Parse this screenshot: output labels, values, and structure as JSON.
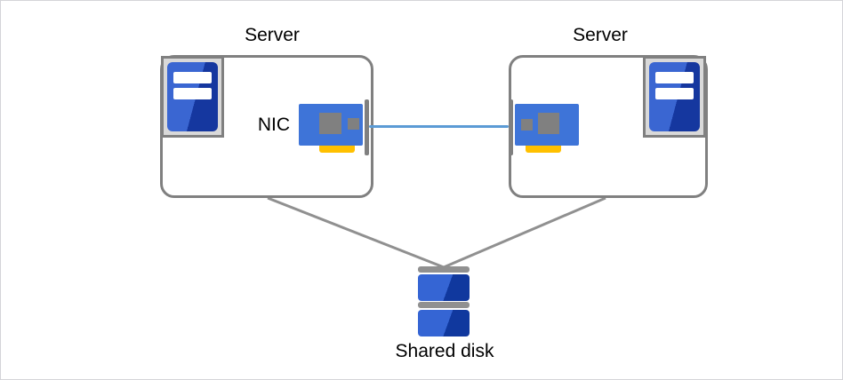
{
  "diagram": {
    "servers": [
      {
        "label": "Server"
      },
      {
        "label": "Server"
      }
    ],
    "nic_label": "NIC",
    "shared_disk_label": "Shared disk",
    "colors": {
      "box_border": "#808080",
      "line_gray": "#909090",
      "nic_link_blue": "#5b9bd5",
      "nic_card_blue": "#3e74d8",
      "nic_connector_yellow": "#ffc000",
      "chip_gray": "#808080",
      "tower_bg_gray": "#d9d9d9",
      "icon_blue_light": "#3a66d2",
      "icon_blue_dark": "#15379f",
      "disk_blue_light": "#3565d4",
      "disk_blue_dark": "#10389e"
    }
  }
}
